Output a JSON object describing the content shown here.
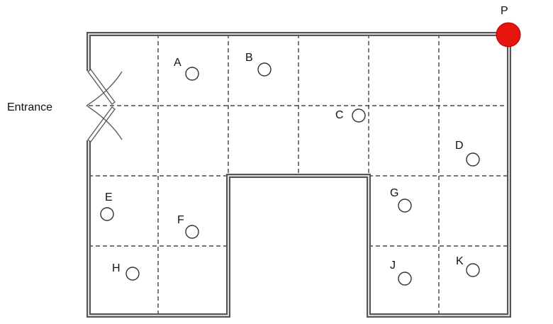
{
  "entrance_label": "Entrance",
  "corner_marker": {
    "label": "P",
    "color": "#e8140e"
  },
  "points": [
    {
      "label": "A"
    },
    {
      "label": "B"
    },
    {
      "label": "C"
    },
    {
      "label": "D"
    },
    {
      "label": "E"
    },
    {
      "label": "F"
    },
    {
      "label": "G"
    },
    {
      "label": "H"
    },
    {
      "label": "J"
    },
    {
      "label": "K"
    }
  ],
  "colors": {
    "wall": "#555555",
    "grid": "#222222",
    "marker_stroke": "#333333"
  }
}
